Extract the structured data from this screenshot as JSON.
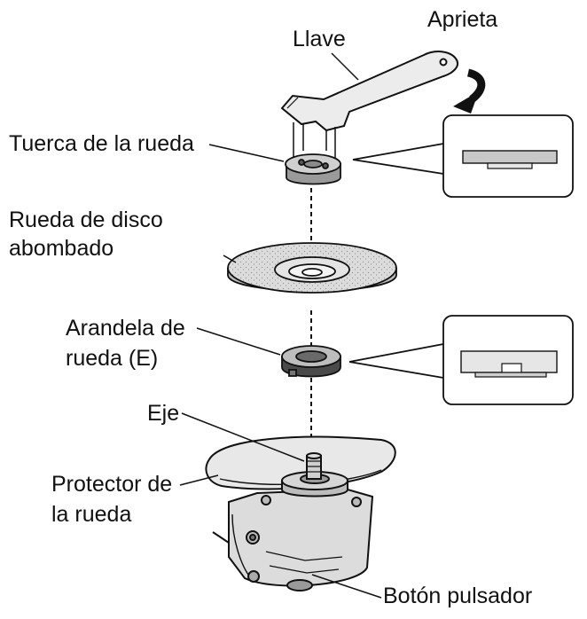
{
  "labels": {
    "aprieta": "Aprieta",
    "llave": "Llave",
    "tuerca": "Tuerca de la rueda",
    "rueda_line1": "Rueda de disco",
    "rueda_line2": "abombado",
    "arandela_line1": "Arandela de",
    "arandela_line2": "rueda (E)",
    "eje": "Eje",
    "protector_line1": "Protector de",
    "protector_line2": "la rueda",
    "boton": "Botón pulsador"
  },
  "icons": {
    "rotation_arrow": "curved-arrow-icon"
  },
  "colors": {
    "line": "#111111",
    "metal_light": "#e6e6e6",
    "metal_mid": "#c8c8c8",
    "metal_dark": "#8a8a8a",
    "disc": "#d9d9d9"
  }
}
